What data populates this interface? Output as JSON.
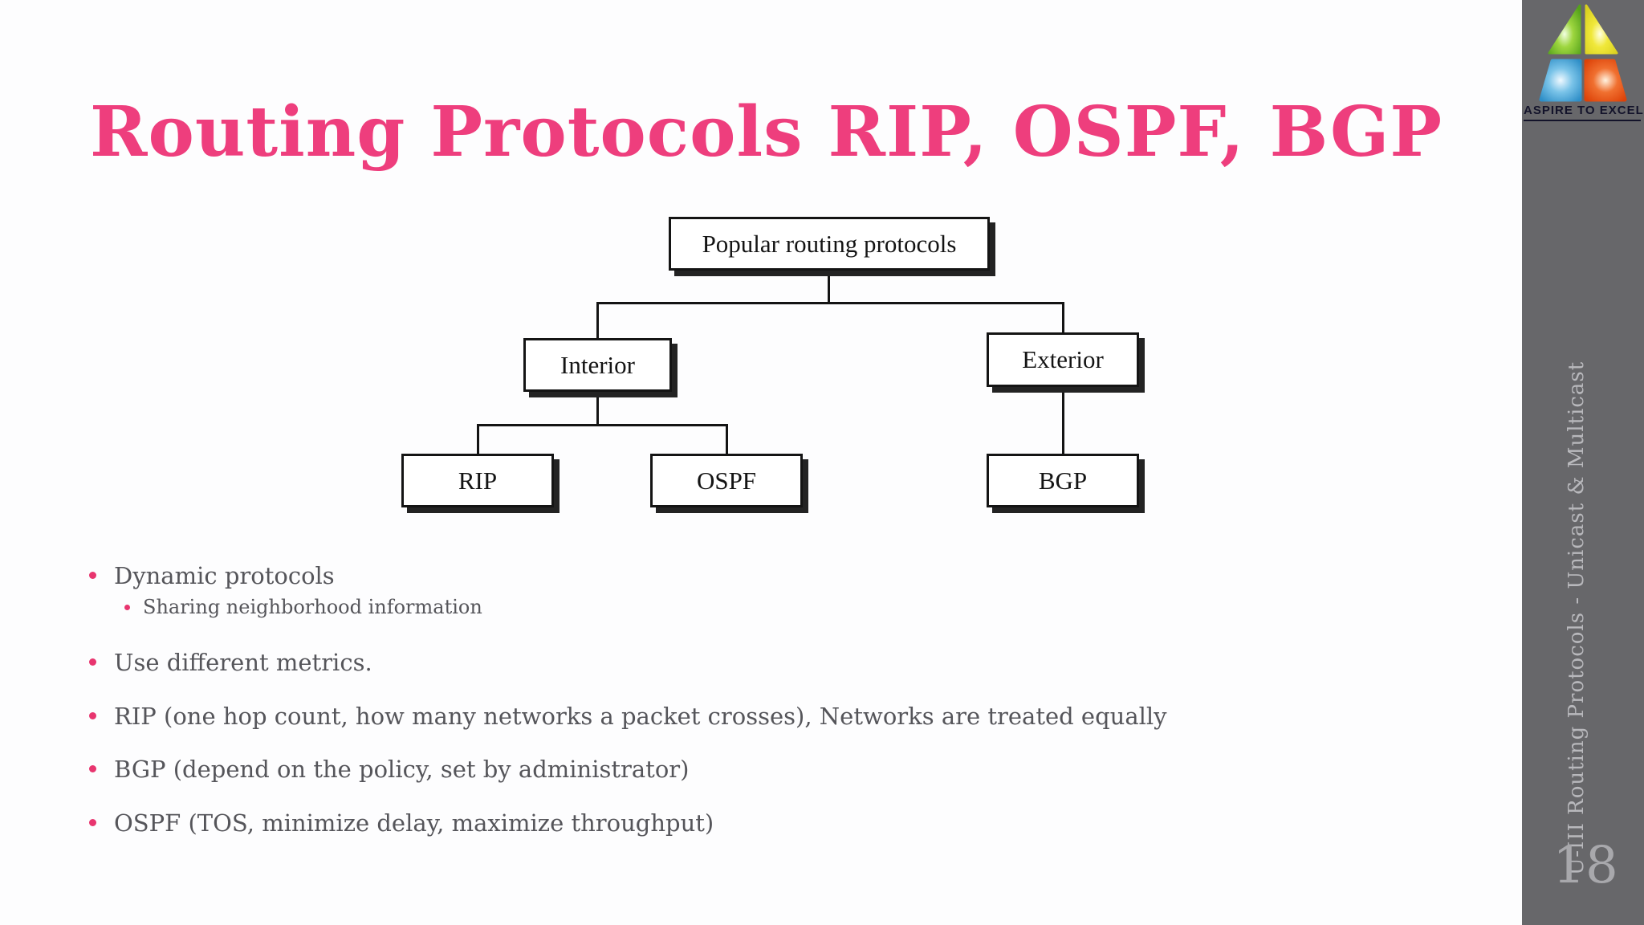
{
  "slide": {
    "title": "Routing Protocols RIP, OSPF, BGP",
    "diagram": {
      "nodes": {
        "root": "Popular routing protocols",
        "interior": "Interior",
        "exterior": "Exterior",
        "rip": "RIP",
        "ospf": "OSPF",
        "bgp": "BGP"
      }
    },
    "bullets": [
      {
        "level": 1,
        "text": "Dynamic protocols"
      },
      {
        "level": 2,
        "text": "Sharing neighborhood information"
      },
      {
        "level": 1,
        "text": "Use different metrics."
      },
      {
        "level": 1,
        "text": "RIP (one hop count, how many networks a packet crosses), Networks are treated equally"
      },
      {
        "level": 1,
        "text": "BGP (depend on the policy, set by administrator)"
      },
      {
        "level": 1,
        "text": "OSPF (TOS, minimize delay, maximize throughput)"
      }
    ]
  },
  "sidebar": {
    "logo_caption": "ASPIRE TO EXCEL",
    "vertical_label": "U-III Routing Protocols - Unicast & Multicast",
    "page_number": "18"
  },
  "colors": {
    "title_pink": "#ee3e7d",
    "bullet_dot_pink": "#e8356f",
    "body_text_gray": "#55555a",
    "diagram_ink": "#141414",
    "sidebar_bg": "#67676a",
    "sidebar_text": "#b8b8bc",
    "page_number_gray": "#a8a8ac",
    "logo_green": "#54a21a",
    "logo_yellow": "#d8cf1d",
    "logo_blue": "#2e8ec7",
    "logo_orange": "#dd4208"
  }
}
